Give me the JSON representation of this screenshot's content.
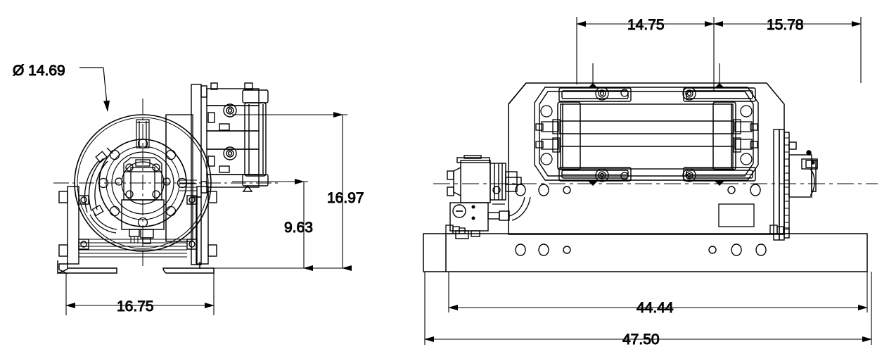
{
  "drawing": {
    "type": "mechanical-engineering-drawing",
    "subject": "hydraulic winch assembly",
    "units": "inches",
    "background_color": "#ffffff",
    "line_color": "#000000",
    "text_color": "#0d0d0d",
    "views": [
      {
        "id": "left-view",
        "name": "end-view",
        "description": "End elevation view of winch showing cable drum, hydraulic motor, roller fairlead and base frame"
      },
      {
        "id": "right-view",
        "name": "plan-view",
        "description": "Plan / top view of winch showing drum, rollers, hydraulic motor with valve block, gearbox and base plate"
      }
    ]
  },
  "dimensions": {
    "diameter_callout": {
      "label": "Ø 14.69",
      "symbol": "Ø",
      "value": "14.69",
      "type": "diameter",
      "view": "left-view"
    },
    "left_view": [
      {
        "id": "dim-16-97",
        "label": "16.97",
        "value": "16.97",
        "orientation": "vertical",
        "view": "left-view"
      },
      {
        "id": "dim-9-63",
        "label": "9.63",
        "value": "9.63",
        "orientation": "vertical",
        "view": "left-view"
      },
      {
        "id": "dim-16-75",
        "label": "16.75",
        "value": "16.75",
        "orientation": "horizontal",
        "view": "left-view"
      }
    ],
    "right_view": [
      {
        "id": "dim-14-75",
        "label": "14.75",
        "value": "14.75",
        "orientation": "horizontal",
        "position": "top",
        "view": "right-view"
      },
      {
        "id": "dim-15-78",
        "label": "15.78",
        "value": "15.78",
        "orientation": "horizontal",
        "position": "top",
        "view": "right-view"
      },
      {
        "id": "dim-44-44",
        "label": "44.44",
        "value": "44.44",
        "orientation": "horizontal",
        "position": "bottom",
        "view": "right-view"
      },
      {
        "id": "dim-47-50",
        "label": "47.50",
        "value": "47.50",
        "orientation": "horizontal",
        "position": "bottom",
        "view": "right-view"
      }
    ]
  }
}
